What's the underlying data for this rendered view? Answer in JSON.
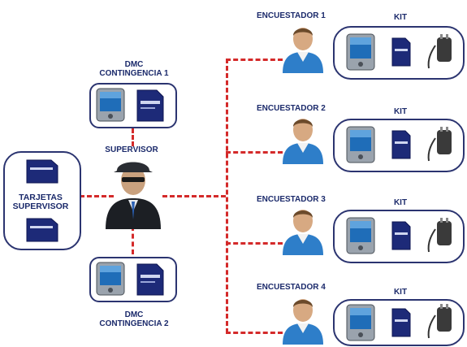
{
  "contingency": [
    {
      "line1": "DMC",
      "line2": "CONTINGENCIA 1"
    },
    {
      "line1": "DMC",
      "line2": "CONTINGENCIA 2"
    }
  ],
  "supervisor_label": "SUPERVISOR",
  "cards_label": {
    "line1": "TARJETAS",
    "line2": "SUPERVISOR"
  },
  "enumerators": [
    {
      "label": "ENCUESTADOR 1",
      "kit": "KIT"
    },
    {
      "label": "ENCUESTADOR 2",
      "kit": "KIT"
    },
    {
      "label": "ENCUESTADOR 3",
      "kit": "KIT"
    },
    {
      "label": "ENCUESTADOR 4",
      "kit": "KIT"
    }
  ],
  "icons": [
    "pda-device-icon",
    "sd-card-icon",
    "charger-icon",
    "supervisor-person-icon",
    "enumerator-person-icon"
  ],
  "colors": {
    "connector": "#d42a2a",
    "outline": "#2b3470",
    "label": "#1b2a6b"
  }
}
